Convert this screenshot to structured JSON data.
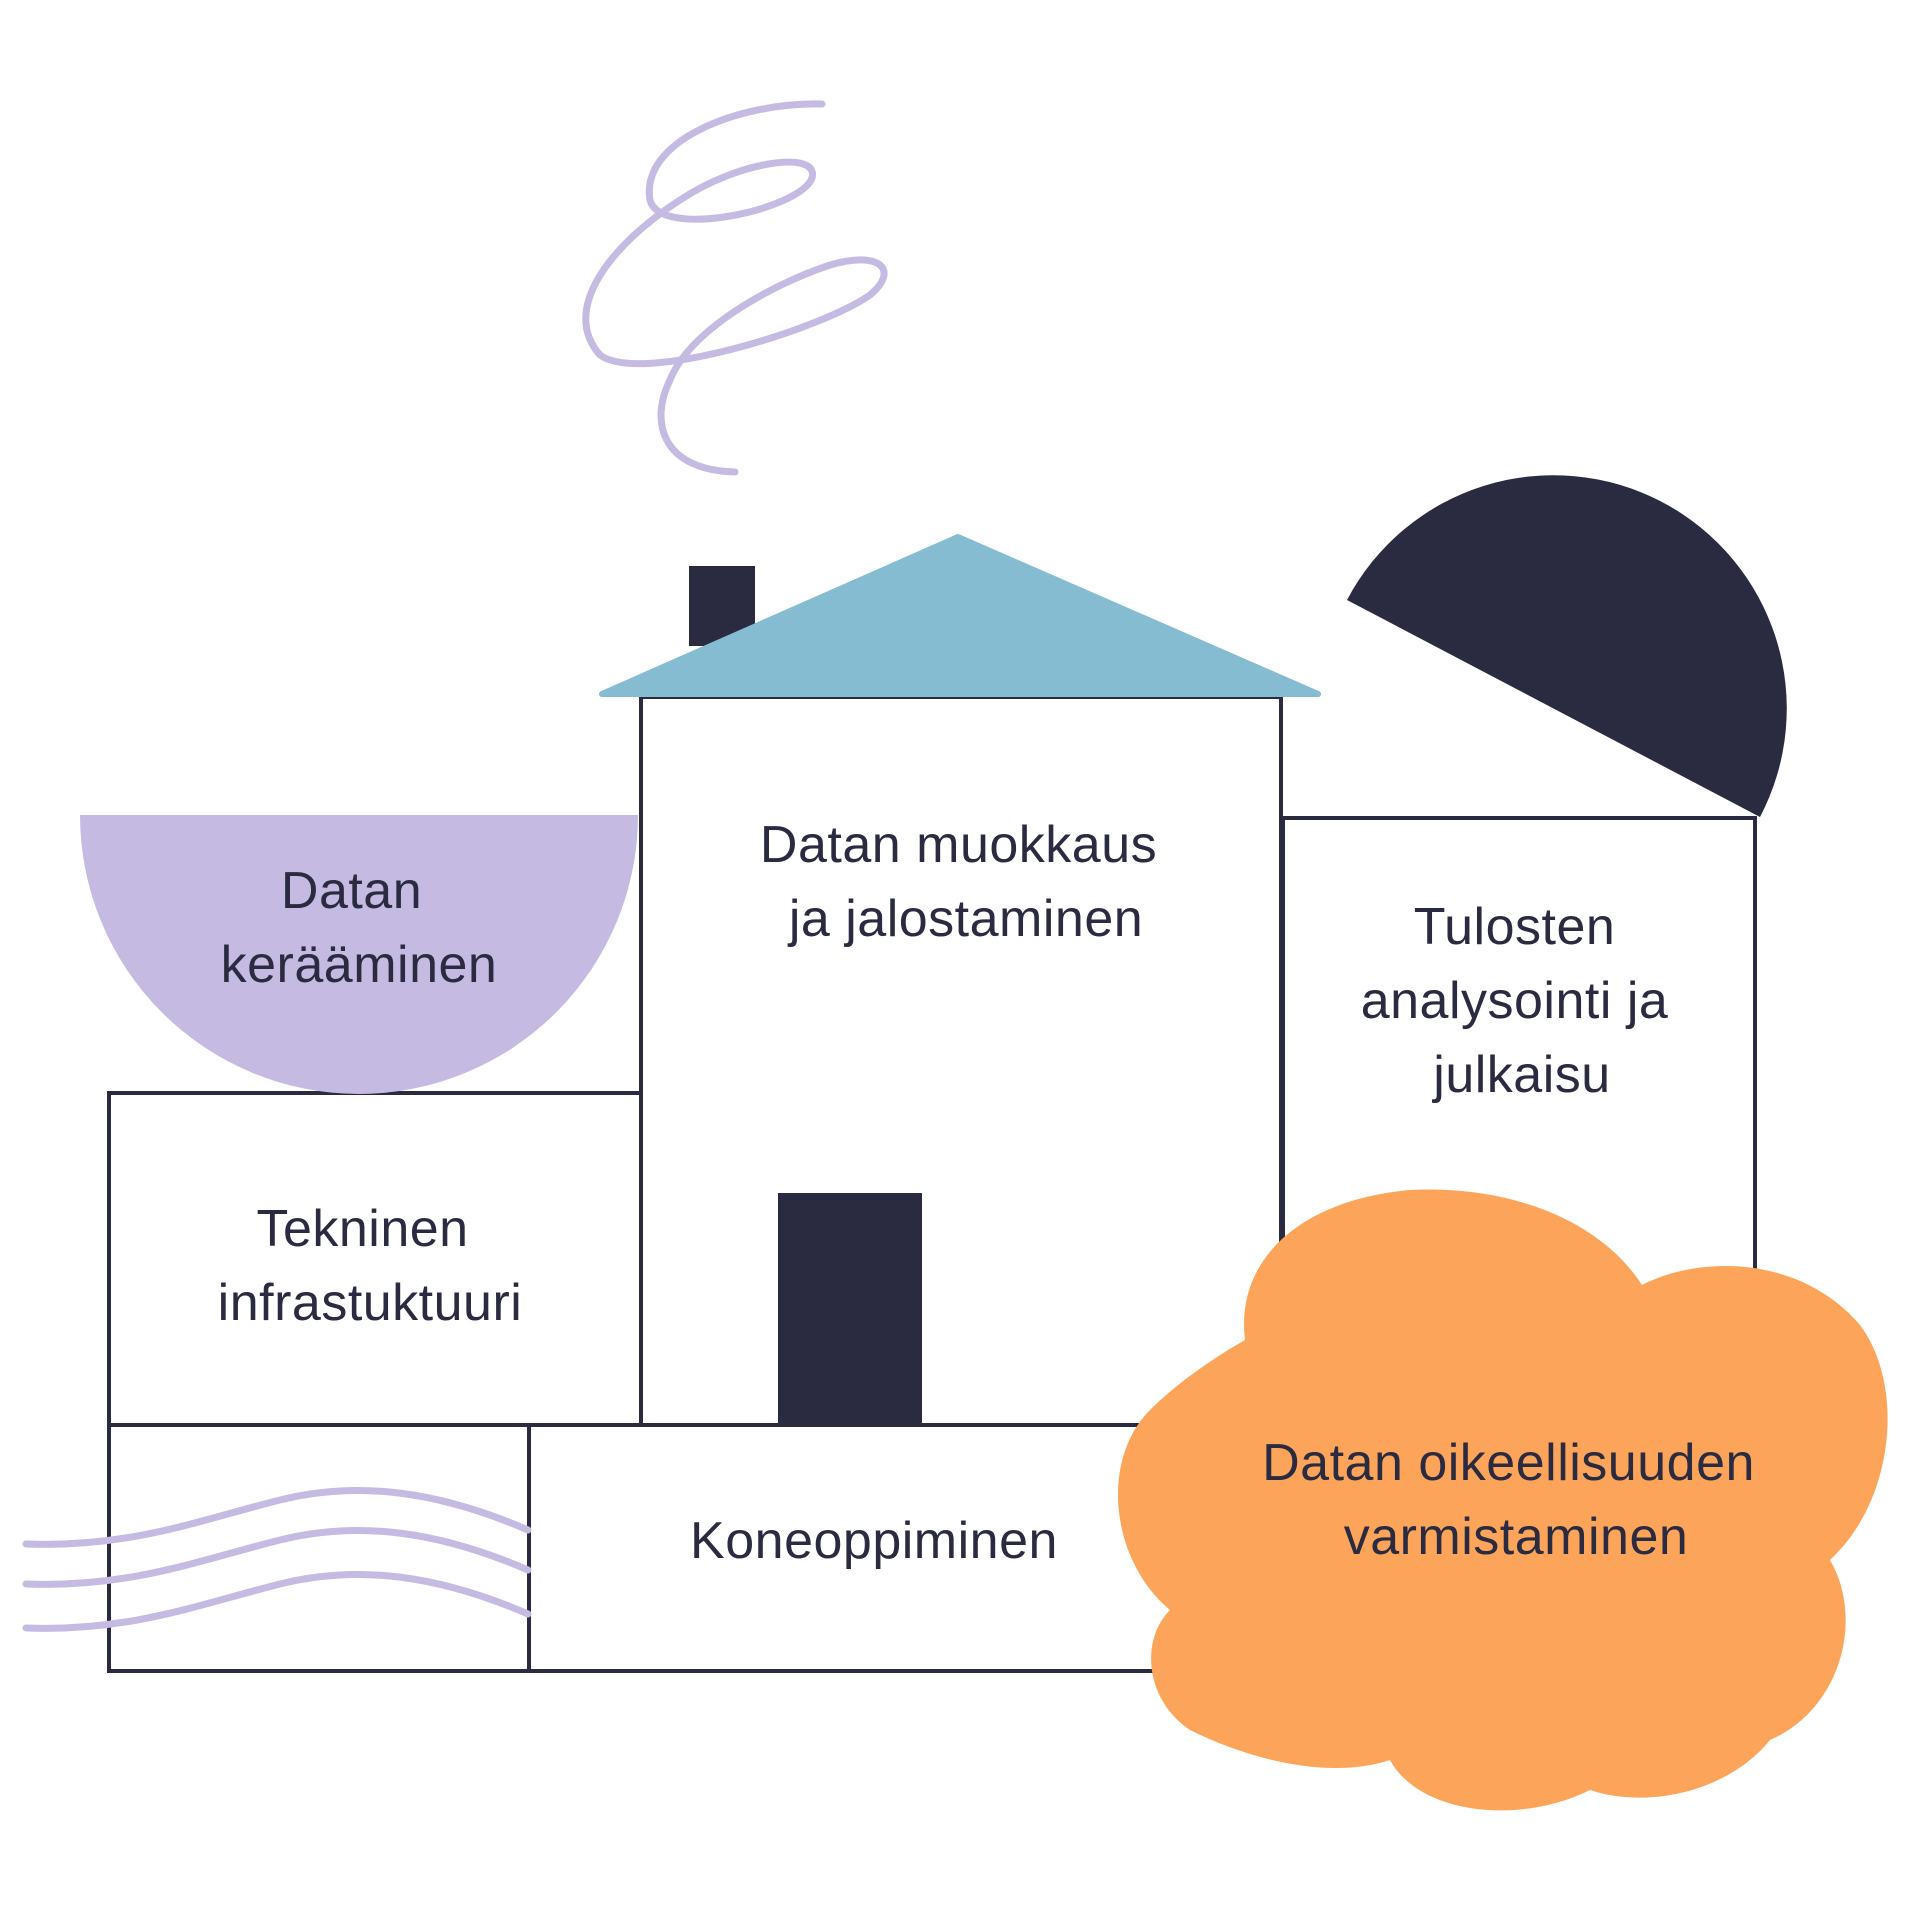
{
  "colors": {
    "ink": "#2a2b40",
    "lavender": "#c5bbe2",
    "roof": "#86bcd1",
    "orange": "#fca55a",
    "background": "#ffffff"
  },
  "blocks": {
    "collection": {
      "line1": "Datan",
      "line2": "keräämineN"
    },
    "processing": {
      "line1": "Datan muokkaus",
      "line2": "ja jalostaminen"
    },
    "analysis": {
      "line1": "Tulosten",
      "line2": "analysointi ja",
      "line3": "julkaisu"
    },
    "infrastructure": {
      "line1": "Tekninen",
      "line2": "infrastuktuuri"
    },
    "machine_learning": {
      "line1": "Koneoppiminen"
    },
    "validation": {
      "line1": "Datan oikeellisuuden",
      "line2": "varmistaminen"
    }
  },
  "icons": [
    "smoke-swirl-icon",
    "chimney-icon",
    "roof-icon",
    "door-icon",
    "half-moon-icon",
    "bowl-icon",
    "waves-icon",
    "cloud-icon"
  ]
}
